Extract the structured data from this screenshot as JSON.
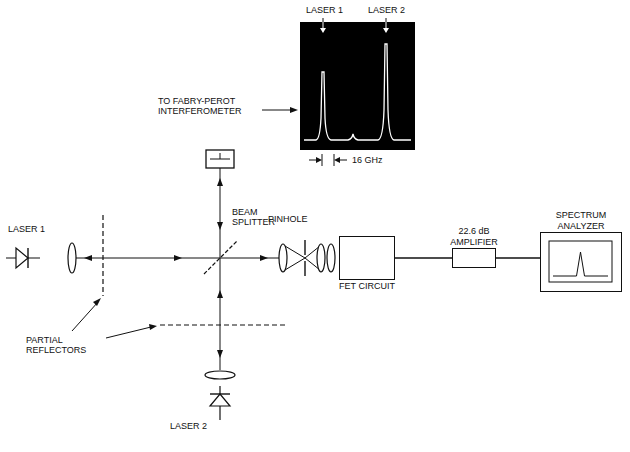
{
  "diagram": {
    "nodes": [
      {
        "text": [
          "FET CIRCUIT"
        ]
      },
      {
        "text": [
          "22.6 dB AMPLIFIER"
        ]
      },
      {
        "text": [
          "SPECTRUM ANALYZER"
        ]
      }
    ],
    "edges": [
      {
        "from": 0,
        "to": 1,
        "arrow": "none"
      },
      {
        "from": 1,
        "to": 2,
        "arrow": "none"
      }
    ],
    "labels": [
      "LASER 1",
      "LASER 2",
      "TO FABRY-PEROT INTERFEROMETER",
      "16 GHz",
      "BEAM SPLITTER",
      "PINHOLE",
      "LASER 1",
      "PARTIAL REFLECTORS",
      "LASER 2"
    ]
  }
}
